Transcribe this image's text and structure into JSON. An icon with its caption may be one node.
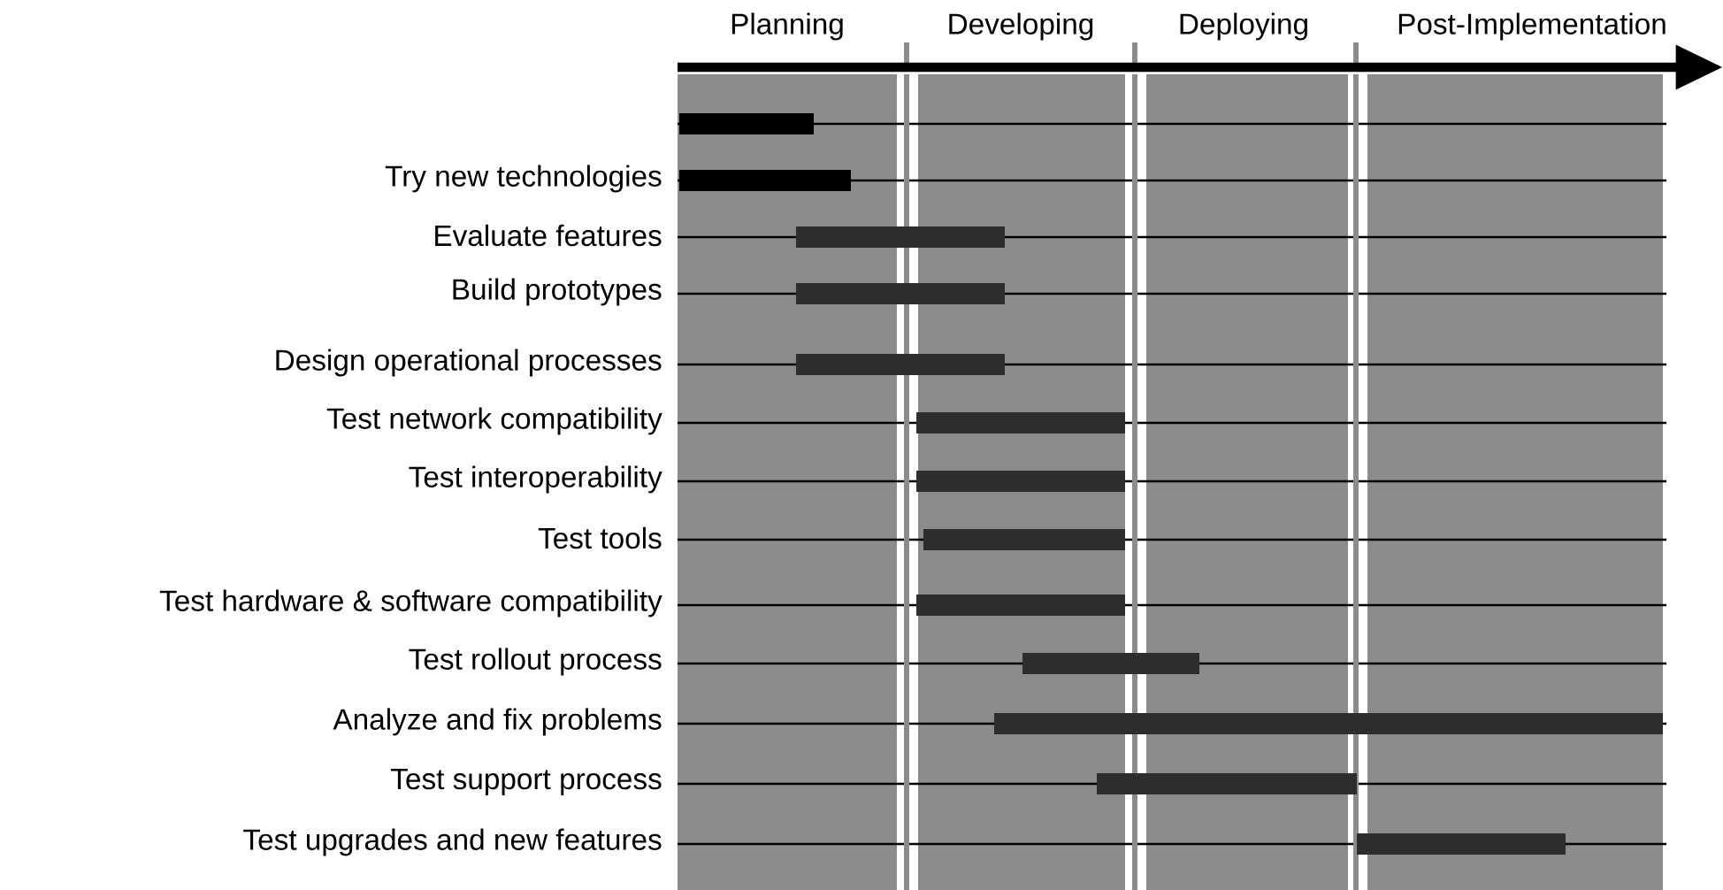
{
  "diagram": {
    "labels": [
      "Planning",
      "Developing",
      "Deploying",
      "Post-Implementation",
      "Try new technologies",
      "Evaluate features",
      "Build prototypes",
      "Design operational processes",
      "Test network compatibility",
      "Test interoperability",
      "Test tools",
      "Test hardware & software compatibility",
      "Test rollout process",
      "Analyze and fix problems",
      "Test support process",
      "Test upgrades and new features"
    ]
  }
}
